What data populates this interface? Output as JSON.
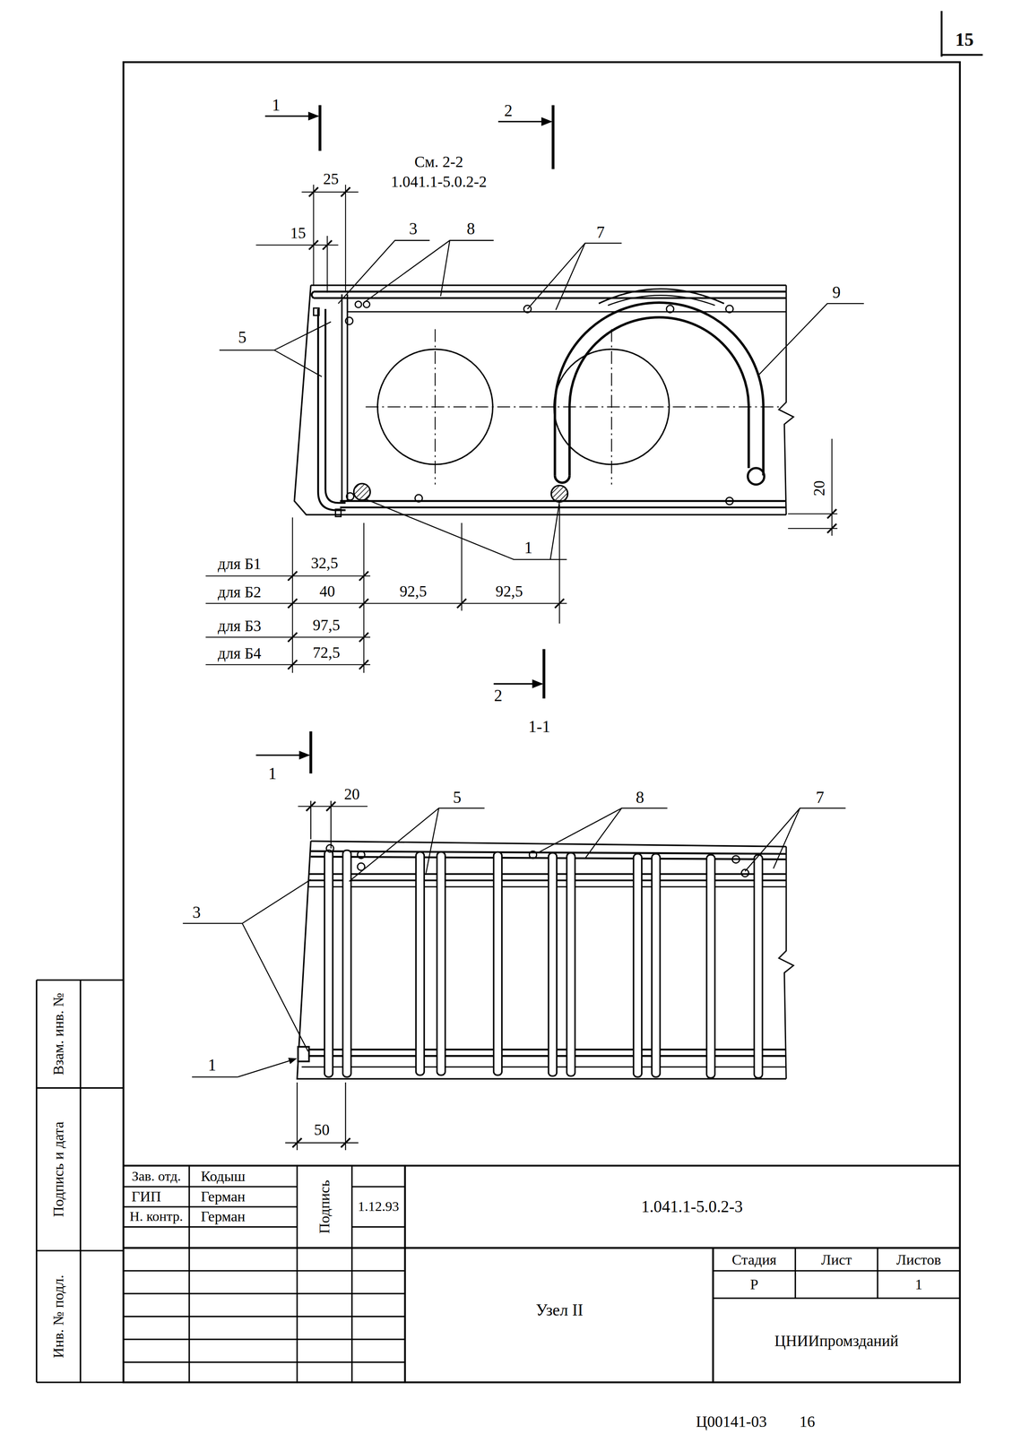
{
  "diagram": {
    "labels": [
      "15",
      "1",
      "2",
      "См. 2-2",
      "1.041.1-5.0.2-2",
      "25",
      "15",
      "3",
      "8",
      "7",
      "9",
      "5",
      "20",
      "1",
      "для Б1",
      "32,5",
      "для Б2",
      "40",
      "92,5",
      "92,5",
      "для Б3",
      "97,5",
      "для Б4",
      "72,5",
      "2",
      "1-1",
      "1",
      "20",
      "5",
      "8",
      "7",
      "3",
      "1",
      "50",
      "Взам. инв. №",
      "Подпись и дата",
      "Инв. № подл.",
      "Зав. отд.",
      "Кодыш",
      "ГИП",
      "Герман",
      "Н. контр.",
      "Герман",
      "Подпись",
      "1.12.93",
      "1.041.1-5.0.2-3",
      "Стадия",
      "Лист",
      "Листов",
      "Р",
      "1",
      "Узел II",
      "ЦНИИпромзданий",
      "Ц00141-03",
      "16"
    ]
  }
}
